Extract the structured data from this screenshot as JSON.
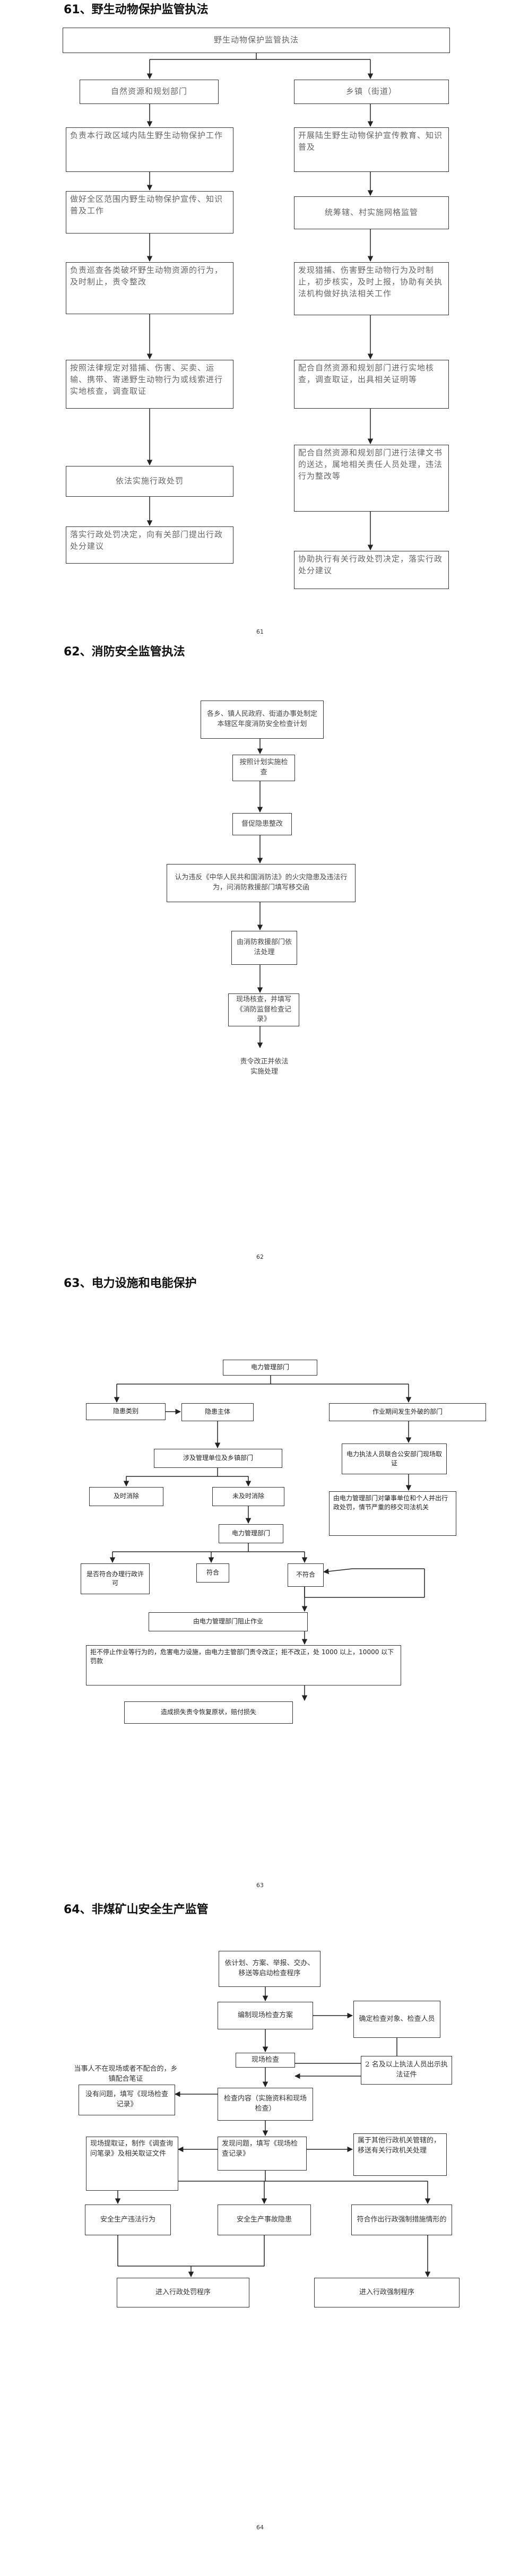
{
  "s61": {
    "title": "61、野生动物保护监管执法",
    "top": "野生动物保护监管执法",
    "left": [
      "自然资源和规划部门",
      "负责本行政区域内陆生野生动物保护工作",
      "做好全区范围内野生动物保护宣传、知识普及工作",
      "负责巡查各类破坏野生动物资源的行为，及时制止，责令整改",
      "按照法律规定对猎捕、伤害、买卖、运输、携带、寄递野生动物行为或线索进行实地核查，调查取证",
      "依法实施行政处罚",
      "落实行政处罚决定，向有关部门提出行政处分建议"
    ],
    "right": [
      "乡镇（街道）",
      "开展陆生野生动物保护宣传教育、知识普及",
      "统筹辖、村实施网格监管",
      "发现猎捕、伤害野生动物行为及时制止，初步核实，及时上报，协助有关执法机构做好执法相关工作",
      "配合自然资源和规划部门进行实地核查，调查取证，出具相关证明等",
      "配合自然资源和规划部门进行法律文书的送达，属地相关责任人员处理，违法行为整改等",
      "协助执行有关行政处罚决定，落实行政处分建议"
    ],
    "pageno": "61"
  },
  "s62": {
    "title": "62、消防安全监管执法",
    "boxes": [
      "各乡、镇人民政府、街道办事处制定本辖区年度消防安全检查计划",
      "按照计划实施检查",
      "督促隐患整改",
      "认为违反《中华人民共和国消防法》的火灾隐患及违法行为，问消防救援部门填写移交函",
      "由消防救援部门依法处理",
      "现场核查，并填写《消防监督检查记录》",
      "责令改正并依法实施处理"
    ],
    "pageno": "62"
  },
  "s63": {
    "title": "63、电力设施和电能保护",
    "top": "电力管理部门",
    "hazard": "隐患类别",
    "subject": "隐患主体",
    "work": "作业期间发生外破的部门",
    "towns": "涉及管理单位及乡镇部门",
    "timely": "及时消除",
    "notyet": "未及时消除",
    "joint": "电力执法人员联合公安部门现场取证",
    "fine": "由电力管理部门对肇事单位和个人并出行政处罚，情节严重的移交司法机关",
    "dept2": "电力管理部门",
    "comply": "是否符合办理行政许可",
    "yes": "符合",
    "no": "不符合",
    "stop": "由电力管理部门阻止作业",
    "refuse": "拒不停止作业等行为的，危害电力设施，由电力主管部门责令改正；拒不改正，处 1000 以上，10000 以下罚款",
    "loss": "造成损失责令恢复原状，赔付损失",
    "pageno": "63"
  },
  "s64": {
    "title": "64、非煤矿山安全生产监管",
    "plan": "依计划、方案、举报、交办、移送等启动检查程序",
    "prepare": "编制现场检查方案",
    "confirm": "确定检查对象、检查人员",
    "check": "现场检查",
    "twoplus": "2 名及以上执法人员出示执法证件",
    "refuse": "当事人不在现场或者不配合的，乡镇配合笔证",
    "noproblem": "没有问题，填写《现场检查记录》",
    "content": "检查内容（实施资料和现场检查）",
    "found": "发现问题，填写《现场检查记录》",
    "other": "属于其他行政机关管辖的，移送有关行政机关处理",
    "collect": "现场提取证，制作《调查询问笔录》及相关取证文件",
    "violation": "安全生产违法行为",
    "hazard": "安全生产事故隐患",
    "measures": "符合作出行政强制措施情形的",
    "penalty": "进入行政处罚程序",
    "force": "进入行政强制程序",
    "pageno": "64"
  }
}
